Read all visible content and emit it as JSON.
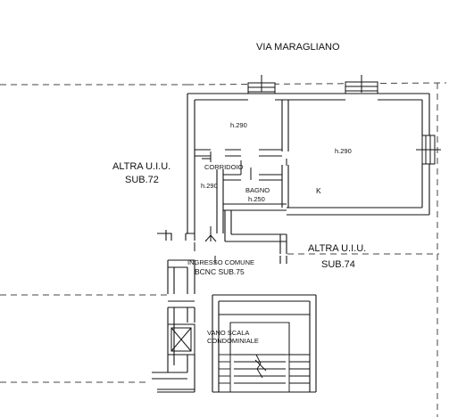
{
  "plan": {
    "street": "VIA MARAGLIANO",
    "left_unit": {
      "line1": "ALTRA U.I.U.",
      "line2": "SUB.72"
    },
    "right_unit": {
      "line1": "ALTRA U.I.U.",
      "line2": "SUB.74"
    },
    "rooms": {
      "room_a_height": "h.290",
      "main_room_height": "h.290",
      "corridor_label": "CORRIDOIO",
      "corridor_height": "h.290",
      "bath_label": "BAGNO",
      "bath_height": "h.250",
      "kitchen_mark": "K"
    },
    "common": {
      "entrance_line1": "INGRESSO COMUNE",
      "entrance_line2": "BCNC SUB.75",
      "stair_line1": "VANO SCALA",
      "stair_line2": "CONDOMINIALE"
    }
  }
}
